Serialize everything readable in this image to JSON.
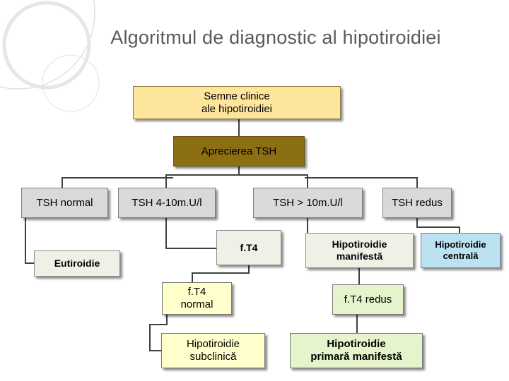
{
  "title": "Algoritmul de diagnostic al hipotiroidiei",
  "nodes": {
    "semne": [
      "Semne clinice",
      "ale hipotiroidiei"
    ],
    "aprecierea": "Aprecierea TSH",
    "tsh_normal": "TSH normal",
    "tsh_4_10": "TSH 4-10m.U/l",
    "tsh_over_10": "TSH > 10m.U/l",
    "tsh_redus": "TSH redus",
    "ft4": "f.T4",
    "eutiroidie": "Eutiroidie",
    "hipo_manifesta": [
      "Hipotiroidie",
      "manifestă"
    ],
    "hipo_centrala": [
      "Hipotiroidie",
      "centrală"
    ],
    "ft4_normal": [
      "f.T4",
      "normal"
    ],
    "ft4_redus": "f.T4 redus",
    "hipo_subclinica": [
      "Hipotiroidie",
      "subclinică"
    ],
    "hipo_primara": [
      "Hipotiroidie",
      "primară manifestă"
    ]
  },
  "colors": {
    "title": "#5a5a5a",
    "semne_fill": "#fde59c",
    "aprecierea_fill": "#8c6f12",
    "tsh_fill": "#d9d9d9",
    "light_fill": "#eef2e6",
    "centrala_fill": "#bce2f2",
    "yellow_fill": "#ffffcc",
    "green_fill": "#e6f4cc",
    "connector": "#3f3f3f"
  }
}
